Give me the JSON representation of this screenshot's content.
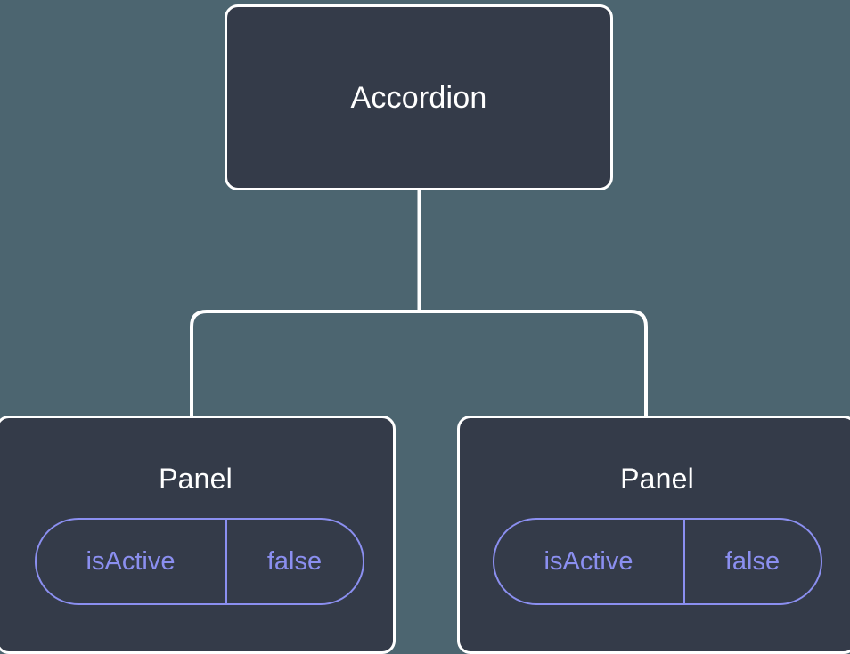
{
  "canvas": {
    "background_color": "#4c6570",
    "node_fill_color": "#343b49",
    "node_border_color": "#ffffff",
    "accent_color": "#8b8ff0",
    "edge_color": "#ffffff"
  },
  "tree": {
    "root": {
      "title": "Accordion"
    },
    "children": [
      {
        "title": "Panel",
        "state": {
          "key": "isActive",
          "value": "false"
        }
      },
      {
        "title": "Panel",
        "state": {
          "key": "isActive",
          "value": "false"
        }
      }
    ]
  }
}
